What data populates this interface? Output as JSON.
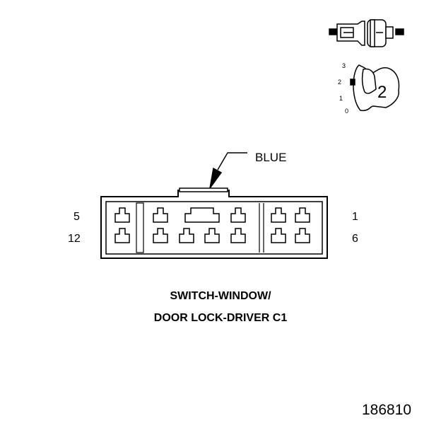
{
  "connector": {
    "color_label": "BLUE",
    "pin_left_top": "5",
    "pin_left_bottom": "12",
    "pin_right_top": "1",
    "pin_right_bottom": "6"
  },
  "title": {
    "line1": "SWITCH-WINDOW/",
    "line2": "DOOR LOCK-DRIVER C1"
  },
  "locator": {
    "scale": [
      "3",
      "2",
      "1",
      "0"
    ],
    "position": "2"
  },
  "figure_number": "186810",
  "colors": {
    "ink": "#000000",
    "background": "#ffffff"
  }
}
